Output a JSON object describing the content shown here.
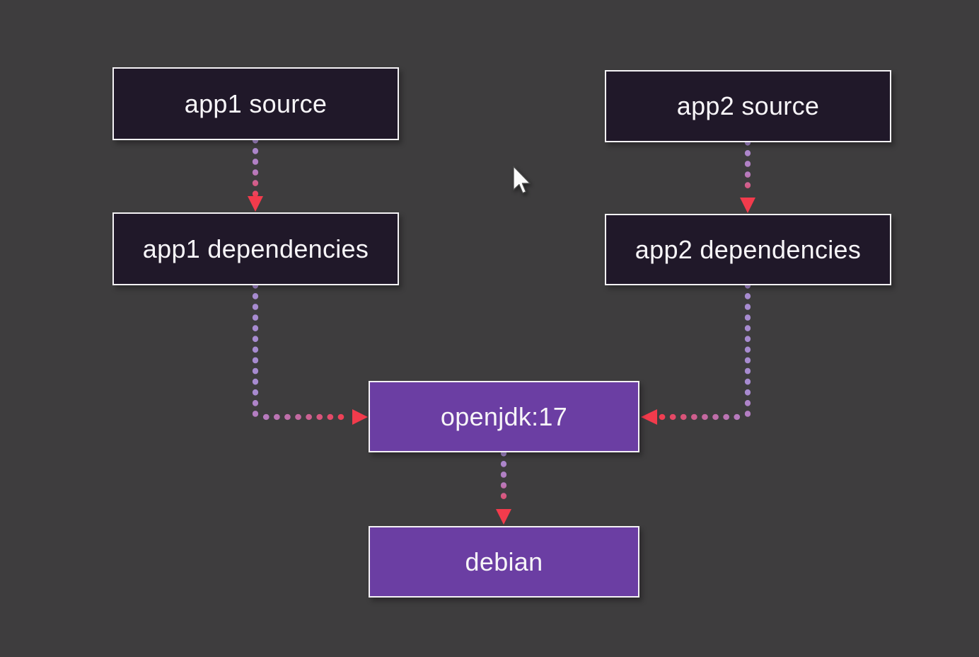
{
  "background_color": "#3e3d3e",
  "diagram": {
    "nodes": [
      {
        "id": "app1-source",
        "label": "app1 source",
        "variant": "dark"
      },
      {
        "id": "app2-source",
        "label": "app2 source",
        "variant": "dark"
      },
      {
        "id": "app1-dependencies",
        "label": "app1 dependencies",
        "variant": "dark"
      },
      {
        "id": "app2-dependencies",
        "label": "app2 dependencies",
        "variant": "dark"
      },
      {
        "id": "openjdk-17",
        "label": "openjdk:17",
        "variant": "purple"
      },
      {
        "id": "debian",
        "label": "debian",
        "variant": "purple"
      }
    ],
    "edges": [
      {
        "from": "app1-source",
        "to": "app1-dependencies",
        "style": "dotted-gradient-arrow"
      },
      {
        "from": "app2-source",
        "to": "app2-dependencies",
        "style": "dotted-gradient-arrow"
      },
      {
        "from": "app1-dependencies",
        "to": "openjdk-17",
        "style": "dotted-gradient-arrow"
      },
      {
        "from": "app2-dependencies",
        "to": "openjdk-17",
        "style": "dotted-gradient-arrow"
      },
      {
        "from": "openjdk-17",
        "to": "debian",
        "style": "dotted-gradient-arrow"
      }
    ],
    "colors": {
      "background": "#3e3d3e",
      "node_dark_fill": "#201829",
      "node_purple_fill": "#6b3ea3",
      "node_border": "#f4f2f5",
      "node_text": "#f7f5f8",
      "edge_purple": "#a78bd0",
      "edge_violet": "#b57cc0",
      "edge_pink": "#c4689f",
      "edge_red": "#f23b4c"
    }
  },
  "cursor": {
    "type": "arrow-pointer"
  }
}
